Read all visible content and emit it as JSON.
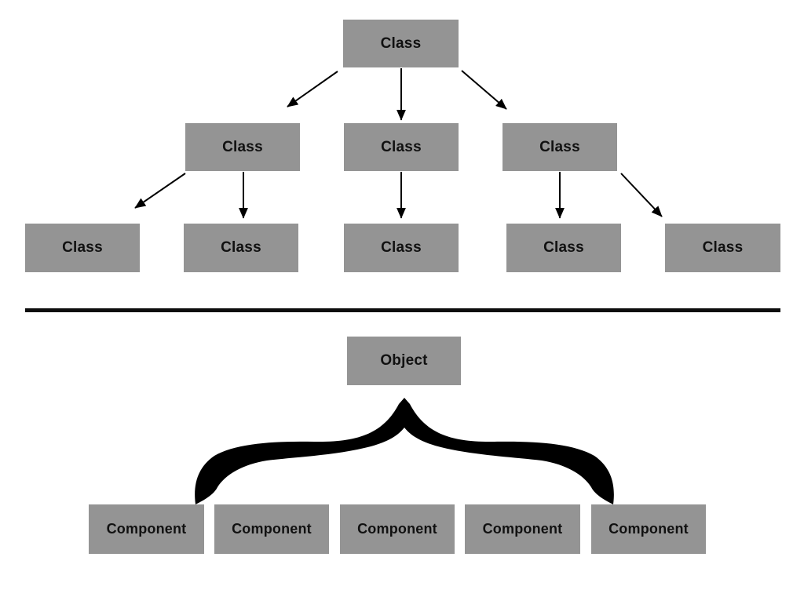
{
  "colors": {
    "box_fill": "#949494",
    "box_text": "#111111",
    "line": "#000000",
    "background": "#ffffff"
  },
  "class_hierarchy": {
    "root": {
      "label": "Class"
    },
    "level2": [
      {
        "label": "Class"
      },
      {
        "label": "Class"
      },
      {
        "label": "Class"
      }
    ],
    "level3": [
      {
        "label": "Class"
      },
      {
        "label": "Class"
      },
      {
        "label": "Class"
      },
      {
        "label": "Class"
      },
      {
        "label": "Class"
      }
    ]
  },
  "object_composition": {
    "root": {
      "label": "Object"
    },
    "components": [
      {
        "label": "Component"
      },
      {
        "label": "Component"
      },
      {
        "label": "Component"
      },
      {
        "label": "Component"
      },
      {
        "label": "Component"
      }
    ]
  }
}
